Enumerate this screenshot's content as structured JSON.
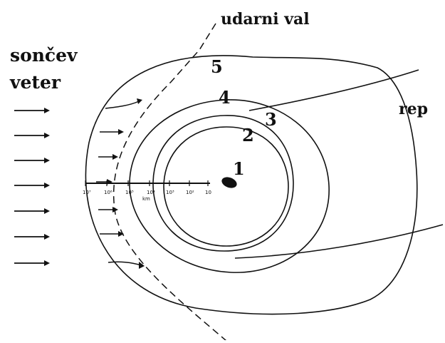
{
  "labels": {
    "solar_wind_line1": "sončev",
    "solar_wind_line2": "veter",
    "bow_shock": "udarni val",
    "tail": "rep",
    "zone_1": "1",
    "zone_2": "2",
    "zone_3": "3",
    "zone_4": "4",
    "zone_5": "5"
  },
  "scale_bar": {
    "unit": "km",
    "ticks": [
      "10⁷",
      "10⁶",
      "10⁵",
      "10⁴",
      "10³",
      "10²",
      "10"
    ]
  },
  "colors": {
    "ink": "#111111",
    "background": "#ffffff"
  }
}
